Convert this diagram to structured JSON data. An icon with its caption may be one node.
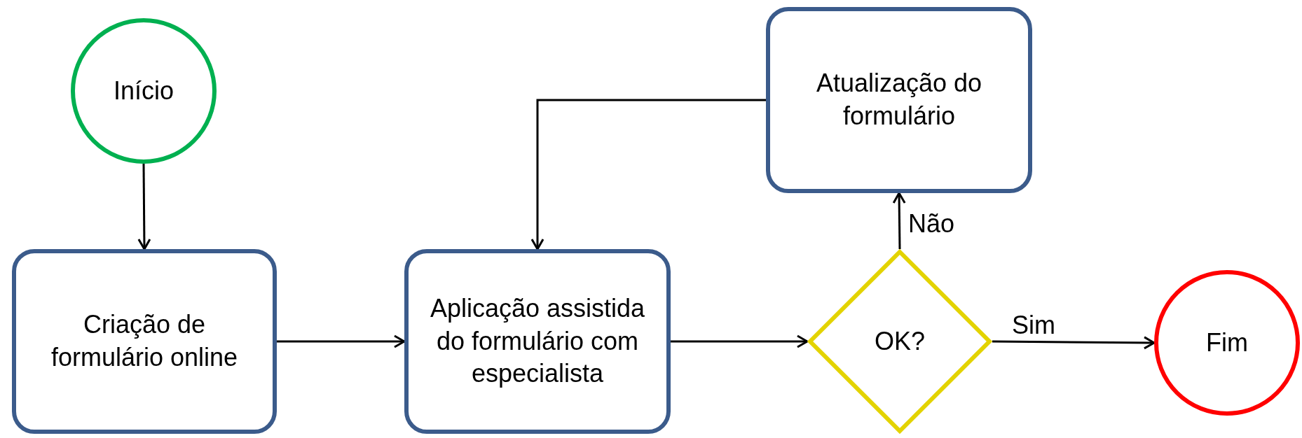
{
  "diagram": {
    "nodes": [
      {
        "text": [
          "Início"
        ]
      },
      {
        "text": [
          "Criação de formulário online"
        ]
      },
      {
        "text": [
          "Aplicação assistida do formulário com especialista"
        ]
      },
      {
        "text": [
          "OK?"
        ]
      },
      {
        "text": [
          "Atualização do formulário"
        ]
      },
      {
        "text": [
          "Fim"
        ]
      }
    ],
    "edges": [
      {
        "from": 0,
        "to": 1,
        "arrow": "to"
      },
      {
        "from": 1,
        "to": 2,
        "arrow": "to"
      },
      {
        "from": 2,
        "to": 3,
        "arrow": "to"
      },
      {
        "from": 3,
        "to": 4,
        "label": "Não",
        "arrow": "to"
      },
      {
        "from": 3,
        "to": 5,
        "label": "Sim",
        "arrow": "to"
      },
      {
        "from": 4,
        "to": 2,
        "arrow": "to"
      }
    ]
  }
}
